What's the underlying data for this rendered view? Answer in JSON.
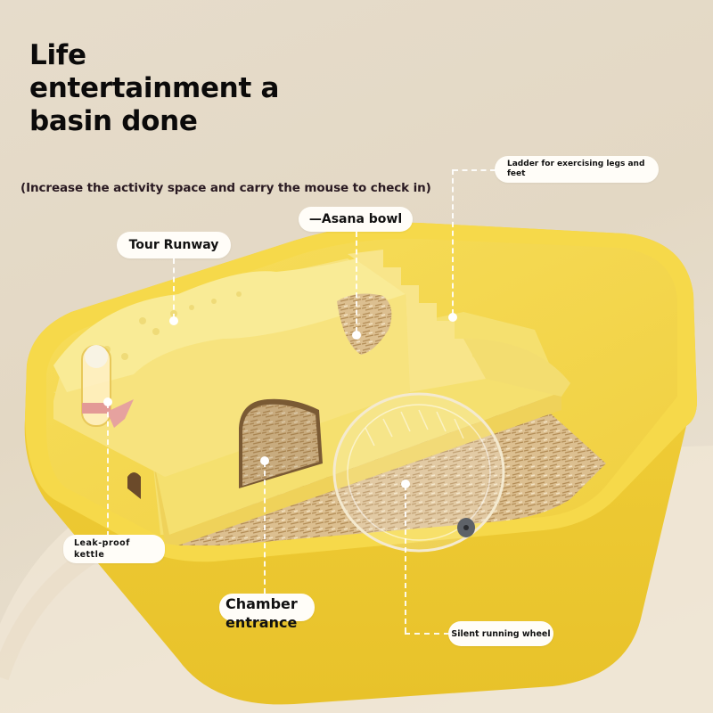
{
  "headline": {
    "lines": [
      "Life",
      "entertainment a",
      "basin done"
    ]
  },
  "subheadline": "(Increase the activity space and carry the mouse to check in)",
  "callouts": {
    "ladder": "Ladder for exercising legs and feet",
    "asana_bowl": "—Asana bowl",
    "tour_runway": "Tour Runway",
    "leak_proof_kettle": "Leak-proof kettle",
    "chamber_entrance": "Chamber entrance",
    "silent_wheel": "Silent running wheel"
  },
  "colors": {
    "background": "#e4d9c6",
    "basin_yellow": "#f1cf3a",
    "basin_inner": "#f5dc5c",
    "platform_yellow": "#f6e27a",
    "bedding": "#d9b98a",
    "kettle_pink": "#e49a9a",
    "text": "#0b0a0a"
  }
}
